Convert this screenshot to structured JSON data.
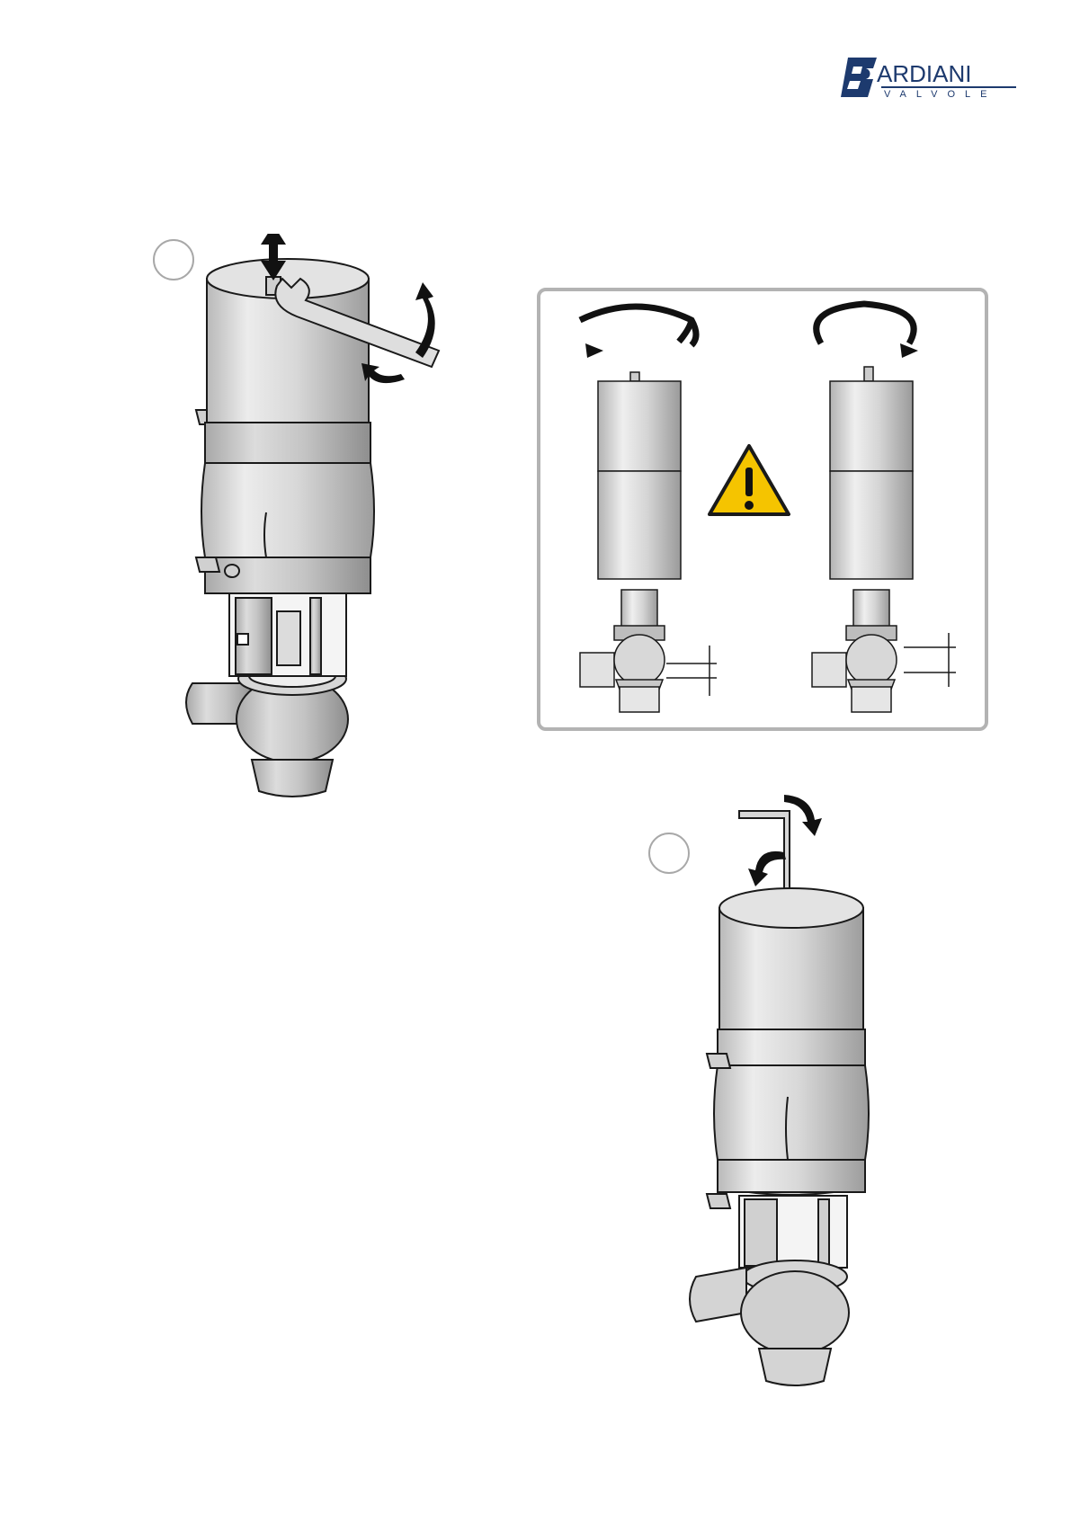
{
  "brand": {
    "name": "ARDIANI",
    "initial": "B",
    "subtitle": "VALVOLE",
    "color": "#1d3a6e"
  },
  "steps": [
    {
      "number": ""
    },
    {
      "number": ""
    }
  ],
  "colors": {
    "line": "#1a1a1a",
    "metal_light": "#e6e6e6",
    "metal_mid": "#c9c9c9",
    "metal_dark": "#a6a6a6",
    "warning_yellow": "#f5c400",
    "box_border": "#b3b3b3"
  },
  "icons": [
    "double-arrow-icon",
    "rotate-arrow-icon",
    "wrench-icon",
    "hex-key-icon",
    "warning-icon"
  ]
}
